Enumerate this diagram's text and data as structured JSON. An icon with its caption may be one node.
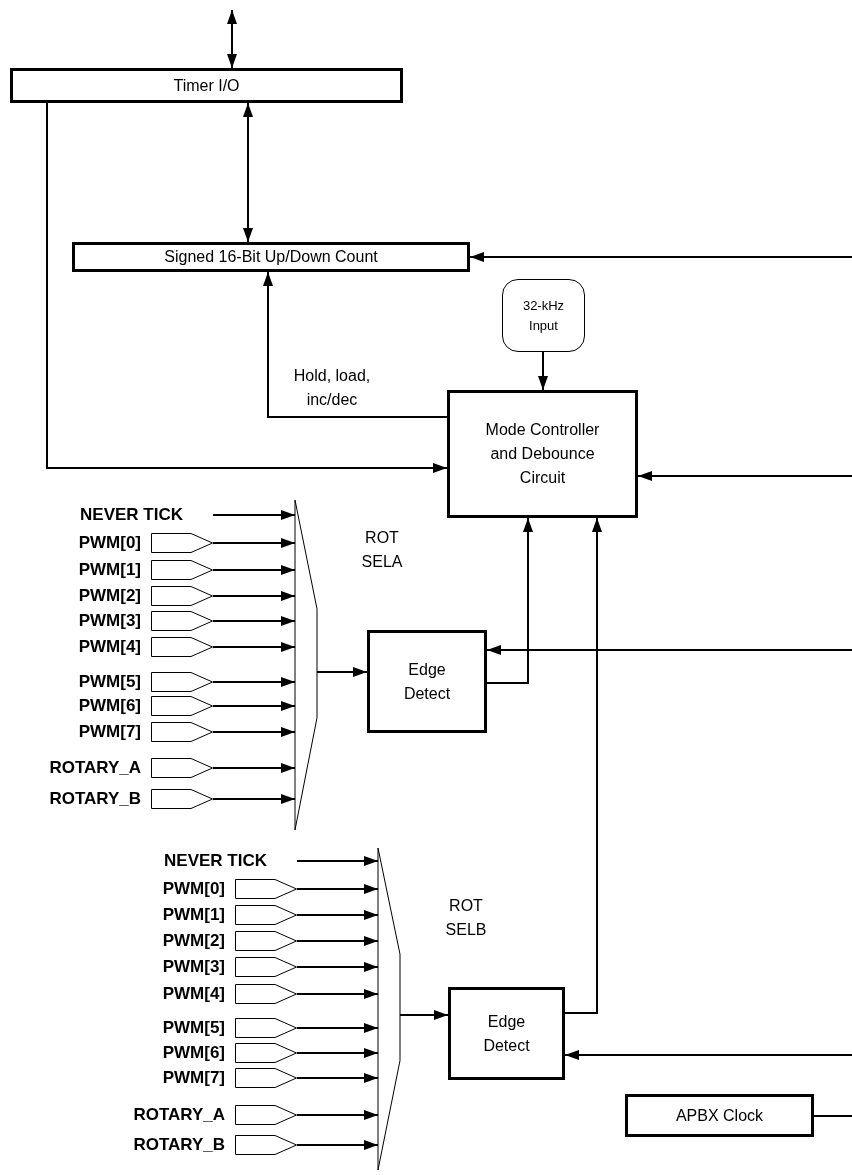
{
  "diagram": {
    "nodes": [
      {
        "text": [
          "Timer I/O"
        ]
      },
      {
        "text": [
          "Signed 16-Bit Up/Down Count"
        ]
      },
      {
        "text": [
          "32-kHz Input"
        ]
      },
      {
        "text": [
          "Mode Controller and Debounce Circuit"
        ]
      },
      {
        "text": [],
        "shape": "trapezoid"
      },
      {
        "text": [
          "Edge Detect"
        ]
      },
      {
        "text": [],
        "shape": "trapezoid"
      },
      {
        "text": [
          "Edge Detect"
        ]
      },
      {
        "text": [
          "APBX Clock"
        ]
      },
      {
        "text": [
          "NEVER TICK"
        ]
      },
      {
        "text": [
          "PWM[0]"
        ]
      },
      {
        "text": [
          "PWM[1]"
        ]
      },
      {
        "text": [
          "PWM[2]"
        ]
      },
      {
        "text": [
          "PWM[3]"
        ]
      },
      {
        "text": [
          "PWM[4]"
        ]
      },
      {
        "text": [
          "PWM[5]"
        ]
      },
      {
        "text": [
          "PWM[6]"
        ]
      },
      {
        "text": [
          "PWM[7]"
        ]
      },
      {
        "text": [
          "ROTARY_A"
        ]
      },
      {
        "text": [
          "ROTARY_B"
        ]
      },
      {
        "text": [
          "NEVER TICK"
        ]
      },
      {
        "text": [
          "PWM[0]"
        ]
      },
      {
        "text": [
          "PWM[1]"
        ]
      },
      {
        "text": [
          "PWM[2]"
        ]
      },
      {
        "text": [
          "PWM[3]"
        ]
      },
      {
        "text": [
          "PWM[4]"
        ]
      },
      {
        "text": [
          "PWM[5]"
        ]
      },
      {
        "text": [
          "PWM[6]"
        ]
      },
      {
        "text": [
          "PWM[7]"
        ]
      },
      {
        "text": [
          "ROTARY_A"
        ]
      },
      {
        "text": [
          "ROTARY_B"
        ]
      }
    ],
    "edges": [
      {
        "from": null,
        "to": 0,
        "arrow": "both"
      },
      {
        "from": 0,
        "to": 1,
        "arrow": "both"
      },
      {
        "from": 0,
        "to": 3,
        "arrow": "to"
      },
      {
        "from": null,
        "to": 1,
        "arrow": "to"
      },
      {
        "from": 2,
        "to": 3,
        "arrow": "to"
      },
      {
        "from": 3,
        "to": 1,
        "arrow": "to",
        "label": "Hold, load, inc/dec"
      },
      {
        "from": null,
        "to": 3,
        "arrow": "to"
      },
      {
        "from": 4,
        "to": 5,
        "arrow": "to"
      },
      {
        "from": 5,
        "to": 3,
        "arrow": "to"
      },
      {
        "from": null,
        "to": 5,
        "arrow": "to"
      },
      {
        "from": 6,
        "to": 7,
        "arrow": "to"
      },
      {
        "from": 7,
        "to": 3,
        "arrow": "to"
      },
      {
        "from": null,
        "to": 7,
        "arrow": "to"
      },
      {
        "from": 8,
        "to": null,
        "arrow": "none"
      },
      {
        "from": 9,
        "to": 4,
        "arrow": "to"
      },
      {
        "from": 10,
        "to": 4,
        "arrow": "to"
      },
      {
        "from": 11,
        "to": 4,
        "arrow": "to"
      },
      {
        "from": 12,
        "to": 4,
        "arrow": "to"
      },
      {
        "from": 13,
        "to": 4,
        "arrow": "to"
      },
      {
        "from": 14,
        "to": 4,
        "arrow": "to"
      },
      {
        "from": 15,
        "to": 4,
        "arrow": "to"
      },
      {
        "from": 16,
        "to": 4,
        "arrow": "to"
      },
      {
        "from": 17,
        "to": 4,
        "arrow": "to"
      },
      {
        "from": 18,
        "to": 4,
        "arrow": "to"
      },
      {
        "from": 19,
        "to": 4,
        "arrow": "to"
      },
      {
        "from": 20,
        "to": 6,
        "arrow": "to"
      },
      {
        "from": 21,
        "to": 6,
        "arrow": "to"
      },
      {
        "from": 22,
        "to": 6,
        "arrow": "to"
      },
      {
        "from": 23,
        "to": 6,
        "arrow": "to"
      },
      {
        "from": 24,
        "to": 6,
        "arrow": "to"
      },
      {
        "from": 25,
        "to": 6,
        "arrow": "to"
      },
      {
        "from": 26,
        "to": 6,
        "arrow": "to"
      },
      {
        "from": 27,
        "to": 6,
        "arrow": "to"
      },
      {
        "from": 28,
        "to": 6,
        "arrow": "to"
      },
      {
        "from": 29,
        "to": 6,
        "arrow": "to"
      },
      {
        "from": 30,
        "to": 6,
        "arrow": "to"
      }
    ],
    "labels": [
      "ROT SELA",
      "ROT SELB"
    ]
  }
}
